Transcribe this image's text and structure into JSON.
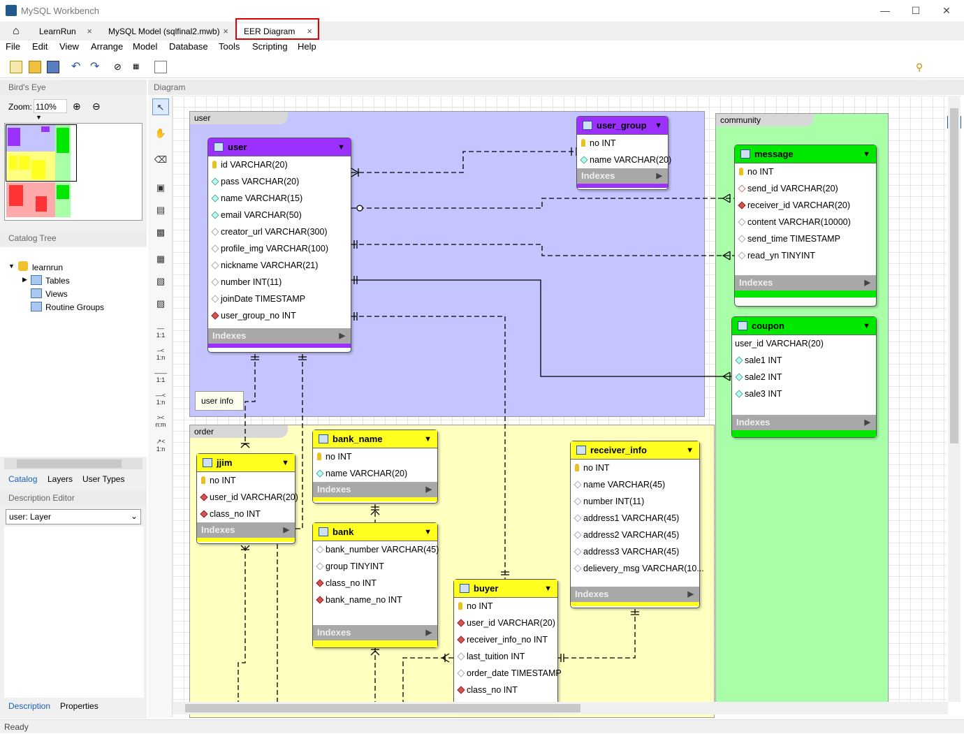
{
  "app": {
    "title": "MySQL Workbench",
    "status": "Ready"
  },
  "tabs": [
    {
      "label": "LearnRun"
    },
    {
      "label": "MySQL Model (sqlfinal2.mwb)"
    },
    {
      "label": "EER Diagram"
    }
  ],
  "menu": [
    "File",
    "Edit",
    "View",
    "Arrange",
    "Model",
    "Database",
    "Tools",
    "Scripting",
    "Help"
  ],
  "left": {
    "birdseye": "Bird's Eye",
    "zoom_label": "Zoom:",
    "zoom": "110%",
    "catalog_tree": "Catalog Tree",
    "tree": {
      "root": "learnrun",
      "children": [
        "Tables",
        "Views",
        "Routine Groups"
      ]
    },
    "tabs1": [
      "Catalog",
      "Layers",
      "User Types"
    ],
    "desc_editor": "Description Editor",
    "desc_select": "user: Layer",
    "tabs2": [
      "Description",
      "Properties"
    ]
  },
  "diagram": {
    "header": "Diagram",
    "layers": {
      "user": "user",
      "community": "community",
      "order": "order"
    },
    "note": "user info",
    "indexes_label": "Indexes",
    "entities": {
      "user": {
        "name": "user",
        "cols": [
          "id VARCHAR(20)",
          "pass VARCHAR(20)",
          "name VARCHAR(15)",
          "email VARCHAR(50)",
          "creator_url VARCHAR(300)",
          "profile_img VARCHAR(100)",
          "nickname VARCHAR(21)",
          "number INT(11)",
          "joinDate TIMESTAMP",
          "user_group_no INT"
        ]
      },
      "user_group": {
        "name": "user_group",
        "cols": [
          "no INT",
          "name VARCHAR(20)"
        ]
      },
      "message": {
        "name": "message",
        "cols": [
          "no INT",
          "send_id VARCHAR(20)",
          "receiver_id VARCHAR(20)",
          "content VARCHAR(10000)",
          "send_time TIMESTAMP",
          "read_yn TINYINT"
        ]
      },
      "coupon": {
        "name": "coupon",
        "cols": [
          "user_id VARCHAR(20)",
          "sale1 INT",
          "sale2 INT",
          "sale3 INT"
        ]
      },
      "jjim": {
        "name": "jjim",
        "cols": [
          "no INT",
          "user_id VARCHAR(20)",
          "class_no INT"
        ]
      },
      "bank_name": {
        "name": "bank_name",
        "cols": [
          "no INT",
          "name VARCHAR(20)"
        ]
      },
      "bank": {
        "name": "bank",
        "cols": [
          "bank_number VARCHAR(45)",
          "group TINYINT",
          "class_no INT",
          "bank_name_no INT"
        ]
      },
      "receiver_info": {
        "name": "receiver_info",
        "cols": [
          "no INT",
          "name VARCHAR(45)",
          "number INT(11)",
          "address1 VARCHAR(45)",
          "address2 VARCHAR(45)",
          "address3 VARCHAR(45)",
          "delievery_msg VARCHAR(10..."
        ]
      },
      "buyer": {
        "name": "buyer",
        "cols": [
          "no INT",
          "user_id VARCHAR(20)",
          "receiver_info_no INT",
          "last_tuition INT",
          "order_date TIMESTAMP",
          "class_no INT"
        ]
      }
    },
    "rel_tools": [
      "1:1",
      "1:n",
      "1:1",
      "1:n",
      "n:m",
      "1:n"
    ]
  },
  "colors": {
    "purple": "#9b30ff",
    "green": "#00e800",
    "yellow": "#ffff20",
    "user_layer": "#c4c4ff",
    "community_layer": "#a8ffa8",
    "order_layer": "#ffffc0"
  }
}
